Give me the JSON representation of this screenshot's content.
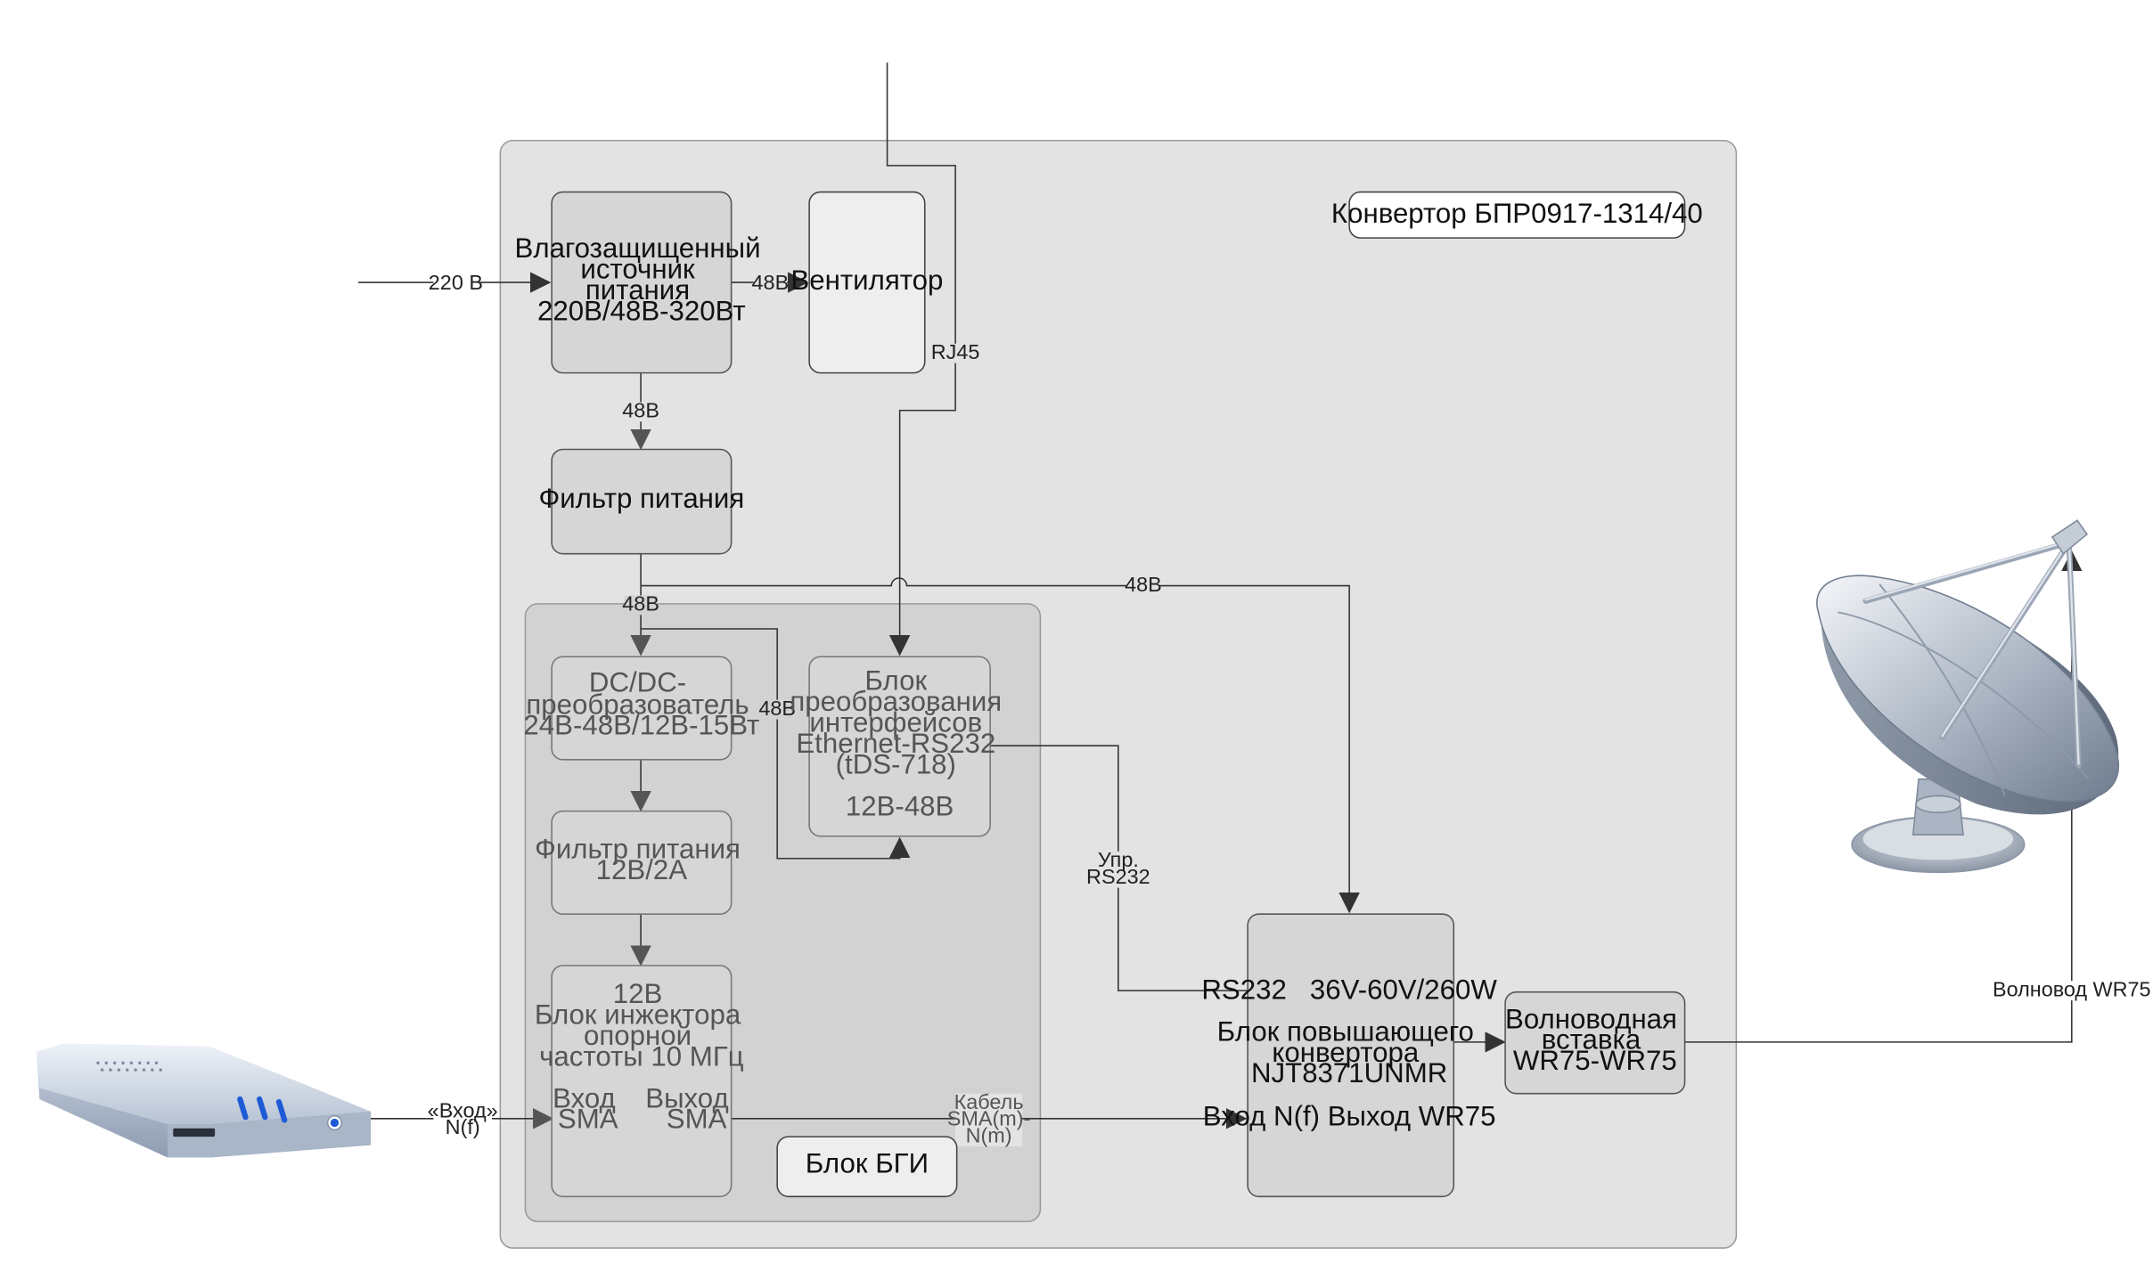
{
  "colors": {
    "outer_enclosure": "#e3e3e3",
    "inner_enclosure": "#d2d2d2",
    "block_fill": "#d6d6d6",
    "block_border": "#555555",
    "inner_text": "#555555",
    "wire": "#333333"
  },
  "title_box": "Конвертор БПР0917-1314/40",
  "blocks": {
    "psu": [
      "Влагозащищенный",
      "источник",
      "питания",
      "220В/48В-320Вт"
    ],
    "fan": [
      "Вентилятор"
    ],
    "filter_main": [
      "Фильтр питания"
    ],
    "dcdc": [
      "DC/DC-",
      "преобразователь",
      "24В-48В/12В-15Вт"
    ],
    "filter_12v": [
      "Фильтр питания",
      "12В/2А"
    ],
    "injector_top": [
      "12В",
      "Блок инжектора",
      "опорной",
      "частоты 10 МГц"
    ],
    "injector_in": [
      "Вход",
      "SMA"
    ],
    "injector_out": [
      "Выход",
      "SMA"
    ],
    "iface": [
      "Блок",
      "преобразования",
      "интерфейсов",
      "Ethernet-RS232",
      "(tDS-718)",
      "",
      "12В-48В"
    ],
    "bgi": [
      "Блок БГИ"
    ],
    "buc_top": [
      "RS232   36V-60V/260W"
    ],
    "buc_mid": [
      "Блок повышающего",
      "конвертора",
      "NJT8371UNMR"
    ],
    "buc_bottom": [
      "Вход N(f) Выход WR75"
    ],
    "waveguide": [
      "Волноводная",
      "вставка",
      "WR75-WR75"
    ]
  },
  "wire_labels": {
    "mains": "220 В",
    "psu_fan": "48В",
    "psu_filter": "48В",
    "rj45": "RJ45",
    "bus_48v_top": "48В",
    "bus_48v_left": "48В",
    "bus_48v_iface": "48В",
    "rs232": [
      "Упр.",
      "RS232"
    ],
    "cable": [
      "Кабель",
      "SMA(m)-",
      "N(m)"
    ],
    "input": [
      "«Вход»",
      "N(f)"
    ],
    "waveguide_out": "Волновод WR75"
  },
  "icons": [
    "modem-icon",
    "satellite-dish-icon"
  ]
}
